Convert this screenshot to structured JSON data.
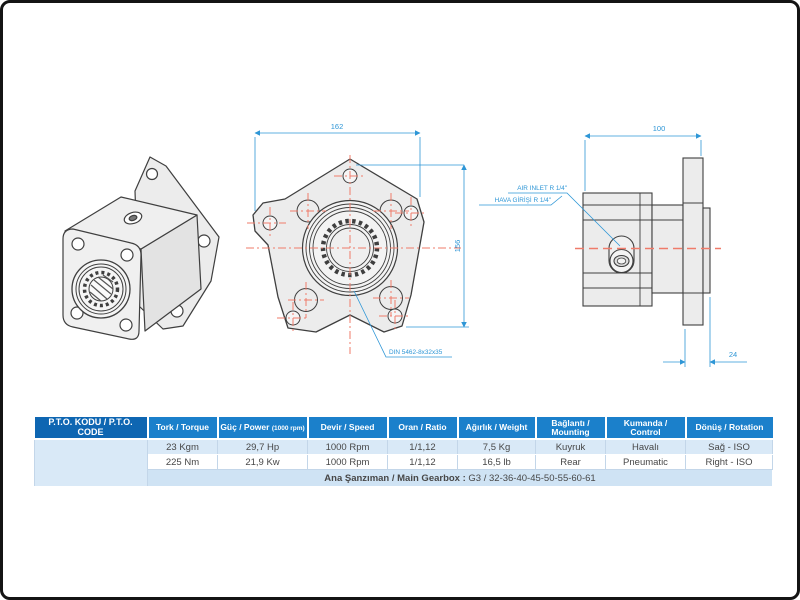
{
  "front_view": {
    "width_dim": "162",
    "height_dim": "156",
    "spline_note": "DIN 5462-8x32x35"
  },
  "side_view": {
    "width_dim": "100",
    "flange_dim": "24",
    "air_inlet_en": "AIR INLET R 1/4\"",
    "air_inlet_tr": "HAVA GİRİŞİ R 1/4\""
  },
  "table": {
    "code_header": "P.T.O. KODU / P.T.O. CODE",
    "code_value": "",
    "columns": [
      {
        "label": "Tork / Torque",
        "sub": ""
      },
      {
        "label": "Güç / Power",
        "sub": "(1000 rpm)"
      },
      {
        "label": "Devir / Speed",
        "sub": ""
      },
      {
        "label": "Oran / Ratio",
        "sub": ""
      },
      {
        "label": "Ağırlık / Weight",
        "sub": ""
      },
      {
        "label": "Bağlantı / Mounting",
        "sub": ""
      },
      {
        "label": "Kumanda / Control",
        "sub": ""
      },
      {
        "label": "Dönüş / Rotation",
        "sub": ""
      }
    ],
    "rows": [
      [
        "23 Kgm",
        "29,7 Hp",
        "1000 Rpm",
        "1/1,12",
        "7,5 Kg",
        "Kuyruk",
        "Havalı",
        "Sağ - ISO"
      ],
      [
        "225 Nm",
        "21,9 Kw",
        "1000 Rpm",
        "1/1,12",
        "16,5 lb",
        "Rear",
        "Pneumatic",
        "Right - ISO"
      ]
    ],
    "footer_label": "Ana Şanzıman / Main Gearbox :",
    "footer_value": "G3 / 32-36-40-45-50-55-60-61"
  },
  "colors": {
    "dimension_blue": "#2e96d6",
    "centerline_red": "#ef7b6a",
    "outline_gray": "#3f3f3f",
    "fill_gray": "#ececec",
    "header_blue": "#1b80cb",
    "header_dark_blue": "#0e66b2",
    "row_alt_blue": "#d9e9f7",
    "footer_blue": "#cfe3f4"
  }
}
